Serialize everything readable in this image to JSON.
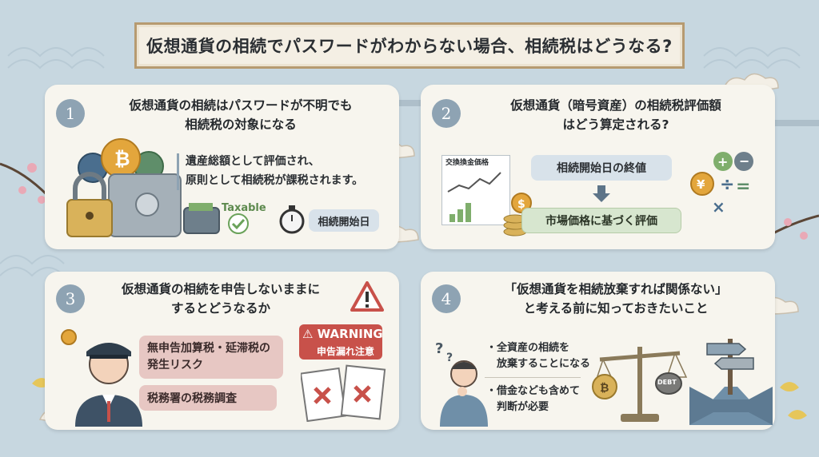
{
  "title": "仮想通貨の相続でパスワードがわからない場合、相続税はどうなる?",
  "panels": [
    {
      "number": "1",
      "title_lines": [
        "仮想通貨の相続はパスワードが不明でも",
        "相続税の対象になる"
      ],
      "body_lines": [
        "遺産総額として評価され、",
        "原則として相続税が課税されます。"
      ],
      "taxable_label": "Taxable",
      "date_label": "相続開始日"
    },
    {
      "number": "2",
      "title_lines": [
        "仮想通貨（暗号資産）の相続税評価額",
        "はどう算定される?"
      ],
      "chart_label": "交換換金価格",
      "step1": "相続開始日の終値",
      "step2": "市場価格に基づく評価"
    },
    {
      "number": "3",
      "title_lines": [
        "仮想通貨の相続を申告しないままに",
        "するとどうなるか"
      ],
      "risk1_lines": [
        "無申告加算税・延滞税の",
        "発生リスク"
      ],
      "risk2": "税務署の税務調査",
      "warning_title": "WARNING",
      "warning_sub": "申告漏れ注意"
    },
    {
      "number": "4",
      "title_lines": [
        "「仮想通貨を相続放棄すれば関係ない」",
        "と考える前に知っておきたいこと"
      ],
      "bullet1_lines": [
        "全資産の相続を",
        "放棄することになる"
      ],
      "bullet2_lines": [
        "借金なども含めて",
        "判断が必要"
      ],
      "debt_label": "DEBT"
    }
  ],
  "colors": {
    "background": "#c7d7e0",
    "panel": "#f7f5ee",
    "number_badge": "#8ea3b3",
    "pink_pill": "#e7c7c3",
    "green_pill": "#d7e6cf",
    "blue_pill": "#d8e2ea",
    "warning_red": "#c8514a",
    "title_border": "#b69a70"
  }
}
